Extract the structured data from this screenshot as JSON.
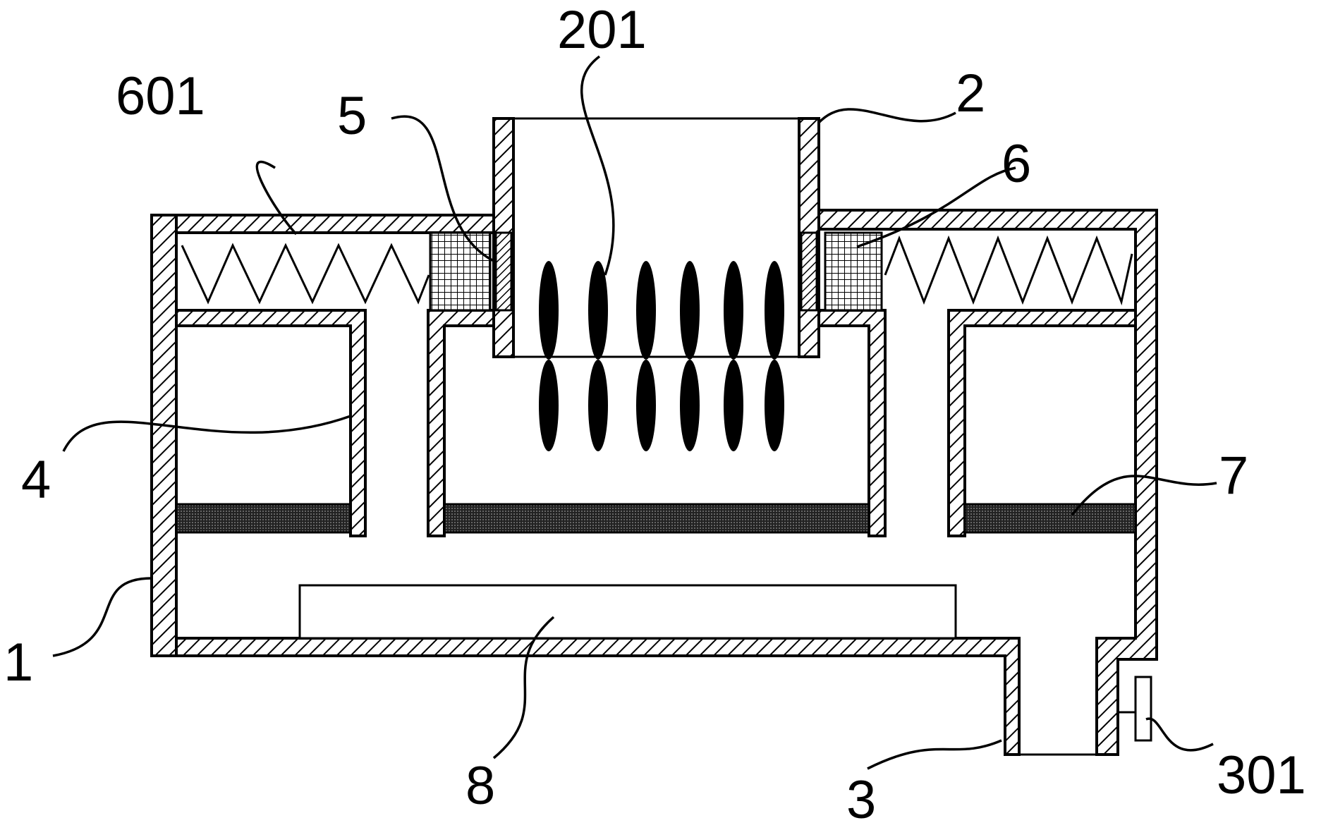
{
  "labels": {
    "l601": "601",
    "l201": "201",
    "l5": "5",
    "l2": "2",
    "l6": "6",
    "l4": "4",
    "l7": "7",
    "l1": "1",
    "l8": "8",
    "l3": "3",
    "l301": "301"
  },
  "colors": {
    "line": "#000000",
    "background": "#ffffff",
    "filter_layer": "#1a1a1a"
  }
}
